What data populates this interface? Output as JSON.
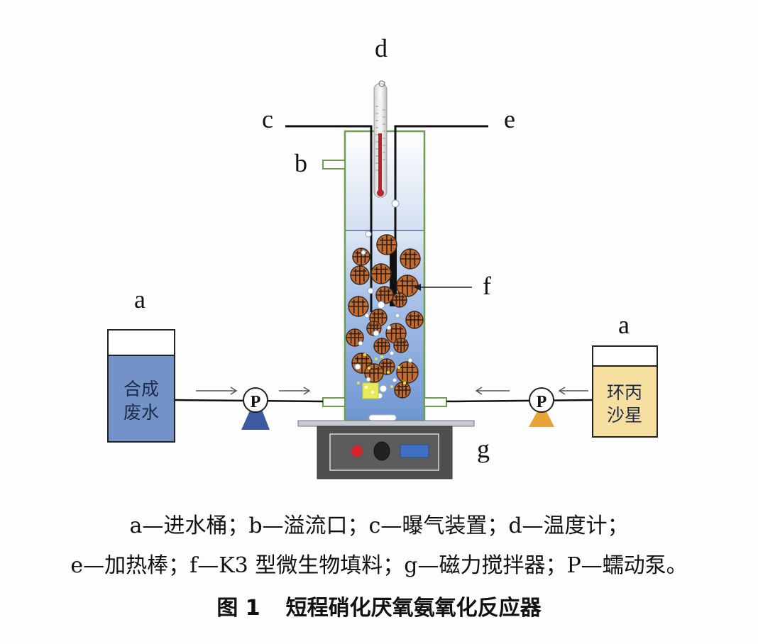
{
  "labels": {
    "a_left": "a",
    "a_right": "a",
    "b": "b",
    "c": "c",
    "d": "d",
    "e": "e",
    "f": "f",
    "g": "g",
    "pump": "P"
  },
  "left_tank": {
    "line1": "合成",
    "line2": "废水"
  },
  "right_tank": {
    "line1": "环丙",
    "line2": "沙星"
  },
  "colors": {
    "water": "#bcd0ee",
    "left_tank": "#6f8fc5",
    "right_tank": "#f7dea0",
    "reactor_border": "#7aa55a",
    "filler": "#c46a2e",
    "pump_left": "#3d5a9e",
    "pump_right": "#e8a23a",
    "stirrer": "#4a4a4a"
  },
  "legend": {
    "line1": "a—进水桶；b—溢流口；c—曝气装置；d—温度计；",
    "line2": "e—加热棒；f—K3 型微生物填料；g—磁力搅拌器；P—蠕动泵。"
  },
  "figure": {
    "number": "图 1",
    "title": "短程硝化厌氧氨氧化反应器"
  }
}
